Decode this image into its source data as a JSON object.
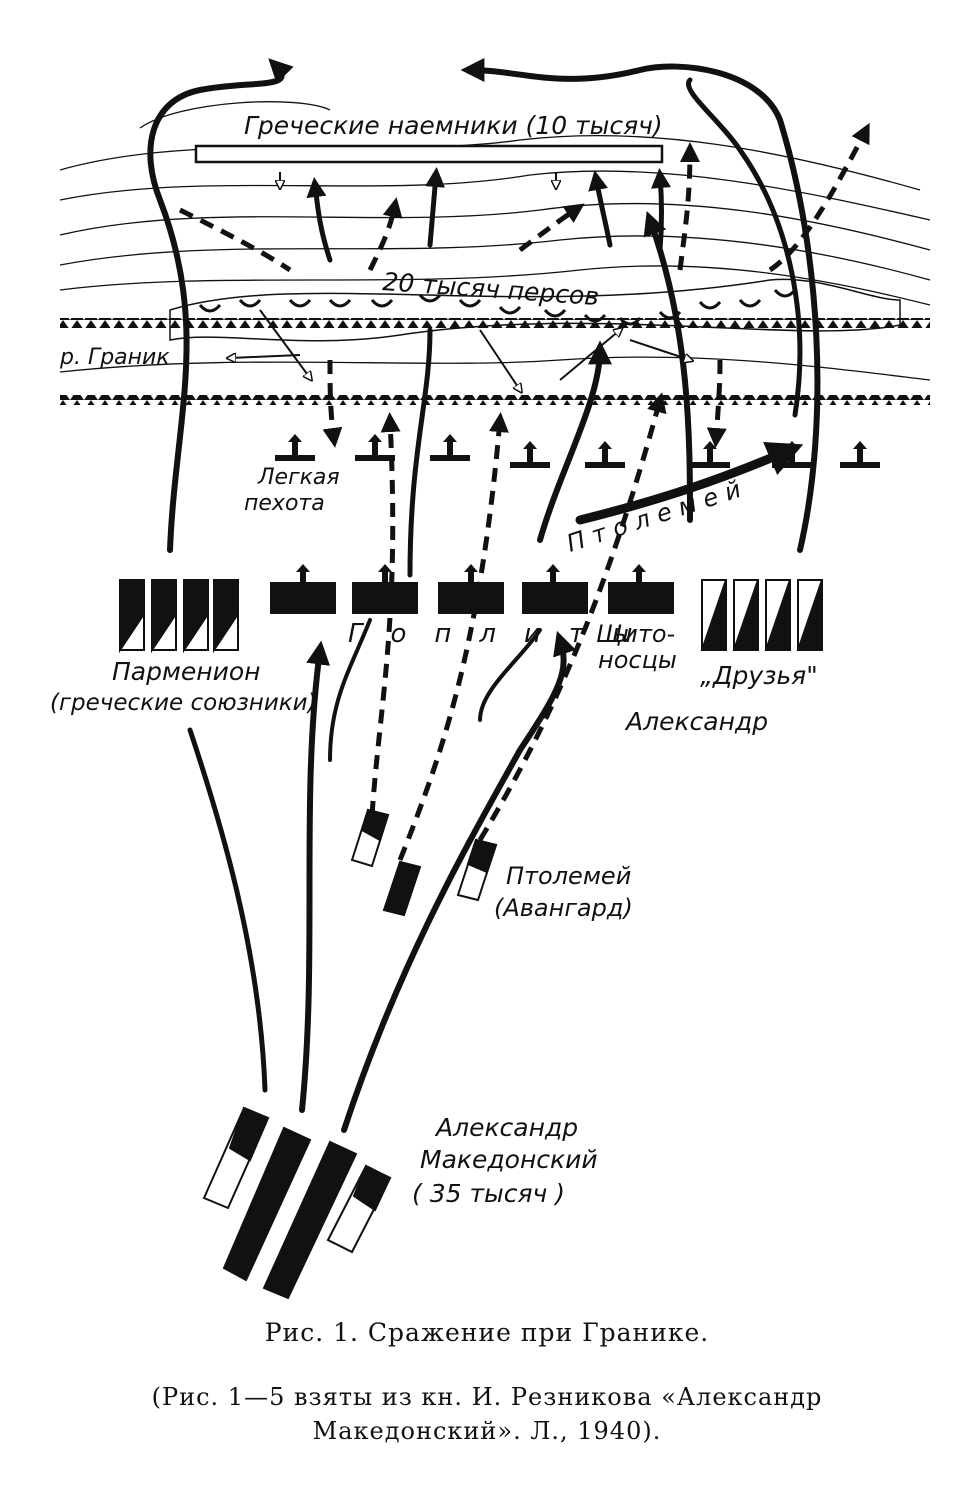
{
  "labels": {
    "mercenaries": "Греческие наемники (10 тысяч)",
    "persians": "20 тысяч персов",
    "river": "р. Граник",
    "light_infantry_1": "Легкая",
    "light_infantry_2": "пехота",
    "ptolemy_arc": "Птолемей",
    "hoplites": "Гоплиты",
    "shield_bearers_1": "Щито-",
    "shield_bearers_2": "носцы",
    "parmenion": "Парменион",
    "greek_allies": "(греческие союзники)",
    "friends": "„Друзья\"",
    "alexander": "Александр",
    "ptolemy_vanguard_1": "Птолемей",
    "ptolemy_vanguard_2": "(Авангард)",
    "army_1": "Александр",
    "army_2": "Македонский",
    "army_3": "( 35 тысяч )"
  },
  "caption": {
    "line1": "Рис. 1. Сражение при Гранике.",
    "line2": "(Рис. 1—5 взяты из кн. И. Резникова «Александр",
    "line3": "Македонский». Л., 1940)."
  }
}
